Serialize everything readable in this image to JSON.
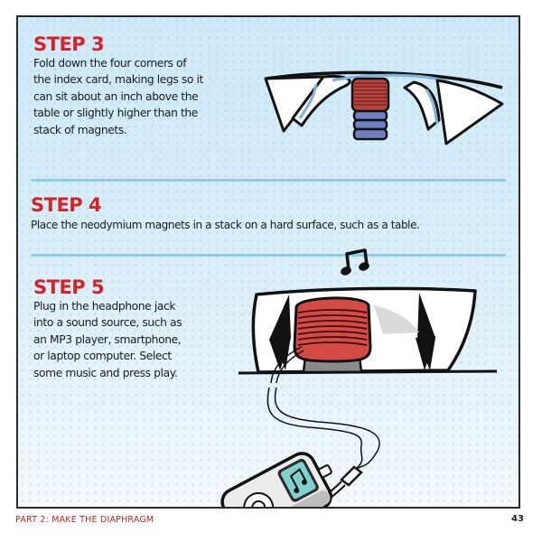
{
  "steps": [
    {
      "title": "STEP 3",
      "lines": [
        "Fold down the four corners of",
        "the index card, making legs so it",
        "can sit about an inch above the",
        "table or slightly higher than the",
        "stack of magnets."
      ]
    },
    {
      "title": "STEP 4",
      "lines": [
        "Place the neodymium magnets in a stack on a hard surface, such as a table."
      ]
    },
    {
      "title": "STEP 5",
      "lines": [
        "Plug in the headphone jack",
        "into a sound source, such as",
        "an MP3 player, smartphone,",
        "or laptop computer. Select",
        "some music and press play."
      ]
    }
  ],
  "illustrations": {
    "step3": "folded-index-card-on-magnet-stack",
    "step5": "card-speaker-with-coil-and-mp3-player",
    "music_note": "music-note-icon"
  },
  "footer": {
    "section": "PART 2: MAKE THE DIAPHRAGM",
    "page_number": "43"
  },
  "colors": {
    "title_red": "#d2232a",
    "coil_red": "#c9423f",
    "magnet_blue": "#6f7fc0",
    "screen_teal": "#7fd0cf",
    "panel_blue": "#cfe9f8"
  }
}
